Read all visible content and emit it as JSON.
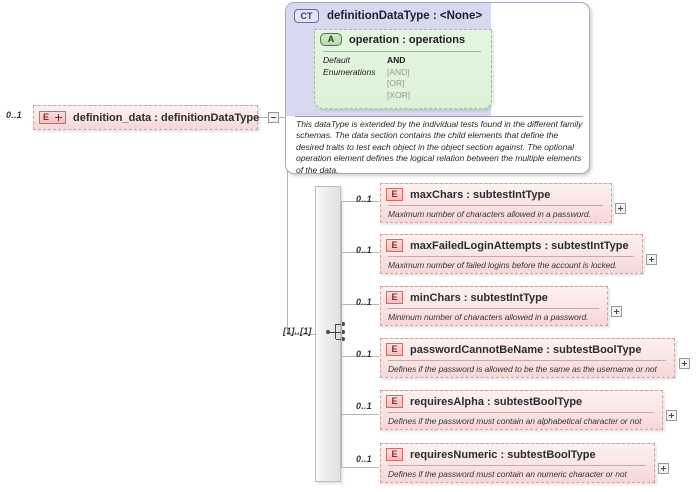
{
  "diagram": {
    "title": "definitionDataType XSD diagram",
    "background": "#ffffff",
    "accent_element": "#f7d6d6",
    "accent_complextype": "#d8d8f0",
    "accent_attribute": "#dcf2d7"
  },
  "root_element": {
    "cardinality": "0..1",
    "icon": "element-plus-icon",
    "icon_label": "E",
    "name": "definition_data : definitionDataType",
    "toggle": "minus"
  },
  "complex_type": {
    "icon_label": "CT",
    "name": "definitionDataType : <None>",
    "attribute": {
      "icon_label": "A",
      "name": "operation : operations",
      "facets": [
        {
          "label": "Default",
          "value": "AND",
          "kind": "value"
        },
        {
          "label": "Enumerations",
          "value": "[AND]",
          "kind": "enum"
        },
        {
          "label": "",
          "value": "[OR]",
          "kind": "enum"
        },
        {
          "label": "",
          "value": "[XOR]",
          "kind": "enum"
        }
      ]
    },
    "documentation": "This dataType is extended by the individual tests found in the different family schemas.  The data section contains the child elements that define the desired traits to test each object in the object section against.  The optional operation element defines the logical relation between the multiple elements of the data."
  },
  "sequence": {
    "cardinality": "[1]..[1]",
    "icon": "sequence-icon"
  },
  "children": [
    {
      "cardinality": "0..1",
      "icon_label": "E",
      "name": "maxChars : subtestIntType",
      "documentation": "Maximum number of characters allowed in a password.",
      "toggle": "plus"
    },
    {
      "cardinality": "0..1",
      "icon_label": "E",
      "name": "maxFailedLoginAttempts : subtestIntType",
      "documentation": "Maximum number of failed logins before the account is locked.",
      "toggle": "plus"
    },
    {
      "cardinality": "0..1",
      "icon_label": "E",
      "name": "minChars : subtestIntType",
      "documentation": "Minimum number of characters allowed in a password.",
      "toggle": "plus"
    },
    {
      "cardinality": "0..1",
      "icon_label": "E",
      "name": "passwordCannotBeName : subtestBoolType",
      "documentation": "Defines if the password is allowed to be the same as the usemame or not",
      "toggle": "plus"
    },
    {
      "cardinality": "0..1",
      "icon_label": "E",
      "name": "requiresAlpha : subtestBoolType",
      "documentation": "Defines if the password must contain an alphabetical character or not",
      "toggle": "plus"
    },
    {
      "cardinality": "0..1",
      "icon_label": "E",
      "name": "requiresNumeric : subtestBoolType",
      "documentation": "Defines if the password must contain an numeric character or not",
      "toggle": "plus"
    }
  ]
}
